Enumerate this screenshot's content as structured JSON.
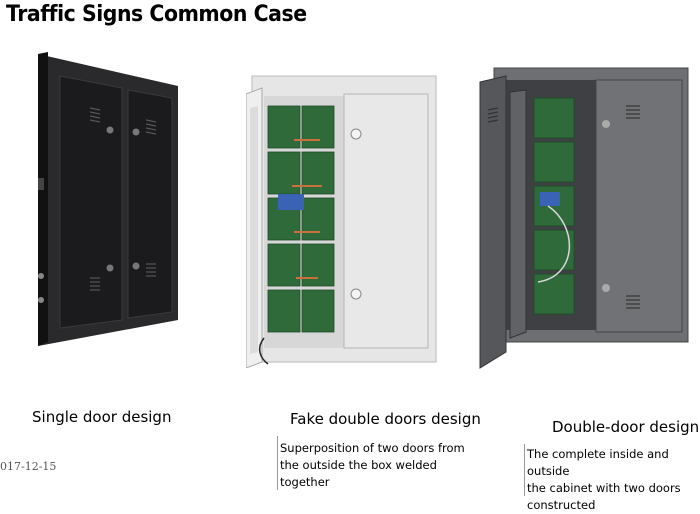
{
  "title": "Traffic Signs Common Case",
  "stamp": "017-12-15",
  "products": [
    {
      "caption": "Single door design",
      "icon": "single-door-cabinet",
      "description": []
    },
    {
      "caption": "Fake double doors design",
      "icon": "fake-double-door-cabinet",
      "description": [
        "Superposition of two doors from",
        "the outside the box welded",
        "together"
      ]
    },
    {
      "caption": "Double-door design",
      "icon": "double-door-cabinet",
      "description": [
        "The complete inside and outside",
        "the cabinet with two doors",
        "constructed"
      ]
    }
  ],
  "colors": {
    "cabinet_black": "#1c1c1e",
    "cabinet_white": "#e9e9e9",
    "cabinet_grey": "#5e6064",
    "led_module_green": "#2f6a3b"
  }
}
